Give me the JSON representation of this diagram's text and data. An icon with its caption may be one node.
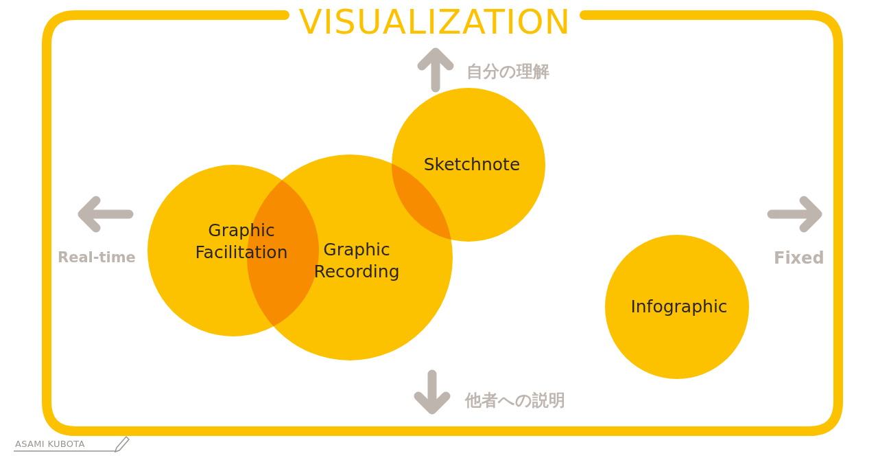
{
  "diagram": {
    "title": "VISUALIZATION",
    "nodes": [
      {
        "text": [
          "Graphic Facilitation"
        ]
      },
      {
        "text": [
          "Graphic Recording"
        ]
      },
      {
        "text": [
          "Sketchnote"
        ]
      },
      {
        "text": [
          "Infographic"
        ]
      }
    ],
    "labels": [
      "自分の理解",
      "Real-time",
      "Fixed",
      "他者への説明",
      "ASAMI KUBOTA"
    ]
  }
}
